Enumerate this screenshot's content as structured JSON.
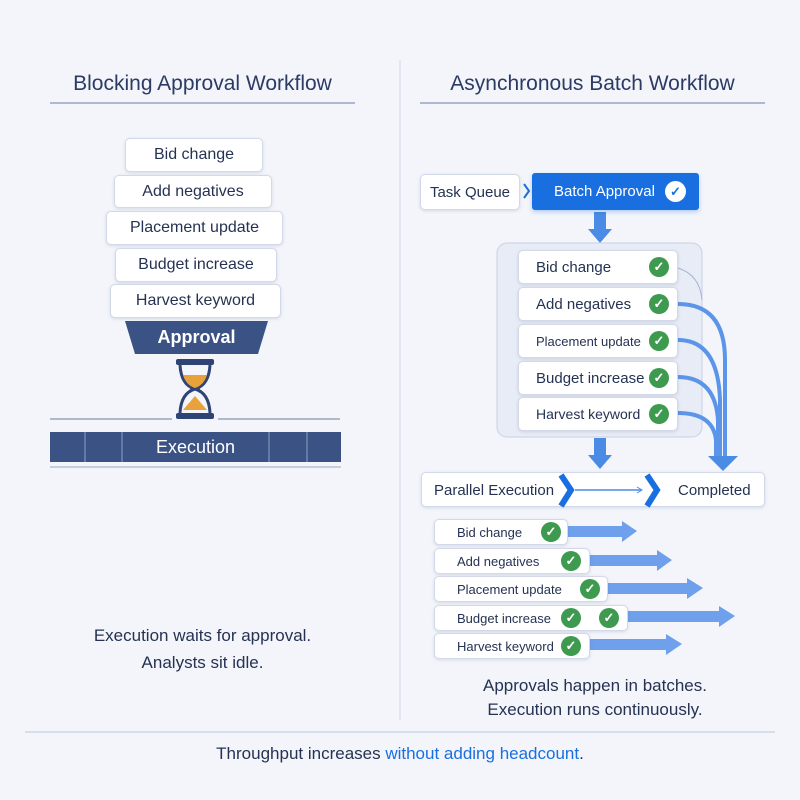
{
  "left": {
    "title": "Blocking Approval Workflow",
    "tasks": [
      "Bid change",
      "Add negatives",
      "Placement update",
      "Budget increase",
      "Harvest keyword"
    ],
    "approval": "Approval",
    "execution": "Execution",
    "caption": [
      "Execution waits for approval.",
      "Analysts sit idle."
    ]
  },
  "right": {
    "title": "Asynchronous Batch Workflow",
    "task_queue": "Task Queue",
    "batch_approval": "Batch Approval",
    "batch_tasks": [
      "Bid change",
      "Add negatives",
      "Placement update",
      "Budget increase",
      "Harvest keyword"
    ],
    "parallel_execution": "Parallel Execution",
    "completed": "Completed",
    "exec_tasks": [
      "Bid change",
      "Add negatives",
      "Placement update",
      "Budget increase",
      "Harvest keyword"
    ],
    "caption": [
      "Approvals happen in batches.",
      "Execution runs continuously."
    ]
  },
  "footer": {
    "text": "Throughput increases ",
    "highlight": "without adding headcount",
    "end": "."
  },
  "colors": {
    "accent": "#1a6fe0",
    "navy": "#3b5285",
    "check": "#3d9a4f",
    "hourglass": "#e9a23b"
  }
}
